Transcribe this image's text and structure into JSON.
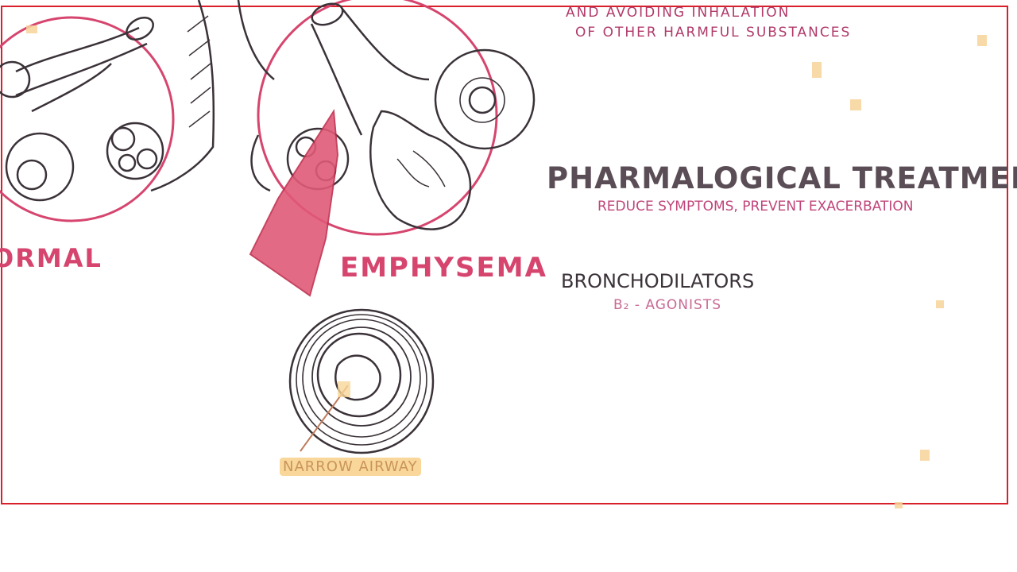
{
  "notes": {
    "line1": "AND AVOIDING INHALATION",
    "line2": "OF OTHER HARMFUL SUBSTANCES"
  },
  "treatment": {
    "heading": "PHARMALOGICAL TREATMENT",
    "subheading": "REDUCE SYMPTOMS, PREVENT EXACERBATION",
    "drug_class": "BRONCHODILATORS",
    "drug_example": "B₂ - AGONISTS"
  },
  "diagram": {
    "label_normal": "ORMAL",
    "label_emphysema": "EMPHYSEMA",
    "label_airway": "NARROW AIRWAY"
  },
  "colors": {
    "frame": "#d81f2a",
    "accent_pink": "#d6456e",
    "ink": "#3b3339",
    "highlight": "#f9d79a"
  }
}
